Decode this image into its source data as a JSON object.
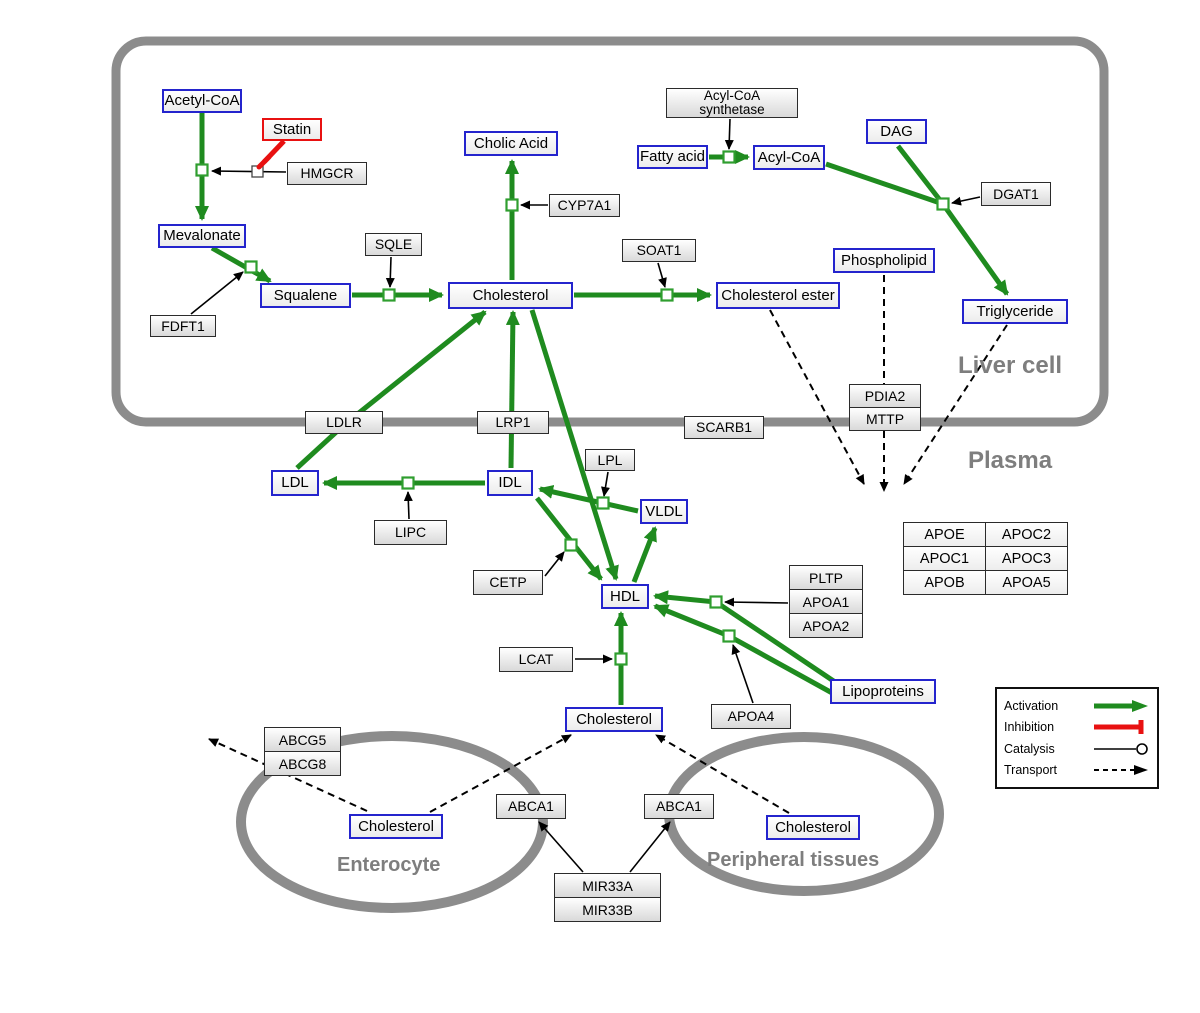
{
  "compartments": {
    "liver_cell": "Liver cell",
    "plasma": "Plasma",
    "enterocyte": "Enterocyte",
    "peripheral_tissues": "Peripheral tissues"
  },
  "metabolites": {
    "acetyl_coa": "Acetyl-CoA",
    "mevalonate": "Mevalonate",
    "squalene": "Squalene",
    "cholic_acid": "Cholic Acid",
    "cholesterol_liver": "Cholesterol",
    "cholesterol_ester": "Cholesterol ester",
    "fatty_acid": "Fatty acid",
    "acyl_coa": "Acyl-CoA",
    "dag": "DAG",
    "phospholipid": "Phospholipid",
    "triglyceride": "Triglyceride",
    "ldl": "LDL",
    "idl": "IDL",
    "vldl": "VLDL",
    "hdl": "HDL",
    "lipoproteins": "Lipoproteins",
    "cholesterol_plasma": "Cholesterol",
    "cholesterol_enterocyte": "Cholesterol",
    "cholesterol_peripheral": "Cholesterol"
  },
  "proteins": {
    "statin": "Statin",
    "hmgcr": "HMGCR",
    "fdft1": "FDFT1",
    "sqle": "SQLE",
    "cyp7a1": "CYP7A1",
    "soat1": "SOAT1",
    "acyl_coa_synthetase_line1": "Acyl-CoA",
    "acyl_coa_synthetase_line2": "synthetase",
    "dgat1": "DGAT1",
    "ldlr": "LDLR",
    "lrp1": "LRP1",
    "scarb1": "SCARB1",
    "pdia2": "PDIA2",
    "mttp": "MTTP",
    "lpl": "LPL",
    "lipc": "LIPC",
    "cetp": "CETP",
    "lcat": "LCAT",
    "pltp": "PLTP",
    "apoa1": "APOA1",
    "apoa2": "APOA2",
    "apoa4": "APOA4",
    "abcg5": "ABCG5",
    "abcg8": "ABCG8",
    "abca1_enterocyte": "ABCA1",
    "abca1_peripheral": "ABCA1",
    "mir33a": "MIR33A",
    "mir33b": "MIR33B"
  },
  "apo_table": [
    [
      "APOE",
      "APOC2"
    ],
    [
      "APOC1",
      "APOC3"
    ],
    [
      "APOB",
      "APOA5"
    ]
  ],
  "legend": {
    "activation": "Activation",
    "inhibition": "Inhibition",
    "catalysis": "Catalysis",
    "transport": "Transport"
  },
  "colors": {
    "activation_green": "#1f8b1f",
    "inhibition_red": "#e81111",
    "metabolite_border_blue": "#2424cd",
    "membrane_gray": "#8c8c8c",
    "compartment_label_gray": "#7e7e7e"
  }
}
